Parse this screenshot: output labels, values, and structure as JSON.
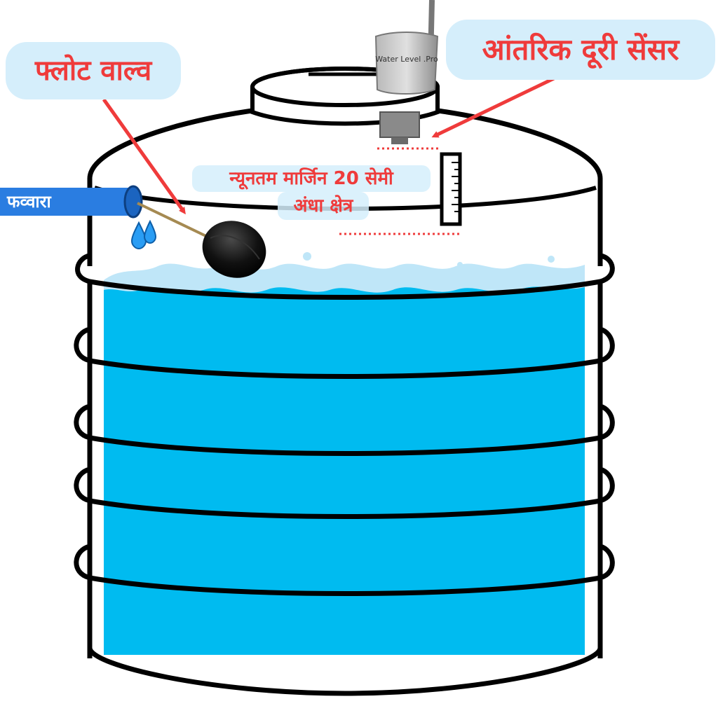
{
  "labels": {
    "float_valve": "फ्लोट वाल्व",
    "internal_sensor": "आंतरिक दूरी सेंसर",
    "min_margin": "न्यूनतम मार्जिन 20 सेमी",
    "blind_zone": "अंधा क्षेत्र",
    "faucet": "फव्वारा",
    "sensor_brand": "Water Level .Pro"
  },
  "colors": {
    "water": "#00bbf0",
    "water_surface": "#bfe6f8",
    "callout_bg": "#d5eefb",
    "callout_text": "#ef3b3b",
    "arrow": "#ef3b3b",
    "tank_outline": "#000000",
    "faucet_pipe": "#2a7de1",
    "sensor_body": "#9a9a9a"
  },
  "icons": [
    "float-ball-icon",
    "water-drop-icon",
    "sensor-device-icon",
    "antenna-icon",
    "ruler-icon",
    "arrow-icon"
  ]
}
